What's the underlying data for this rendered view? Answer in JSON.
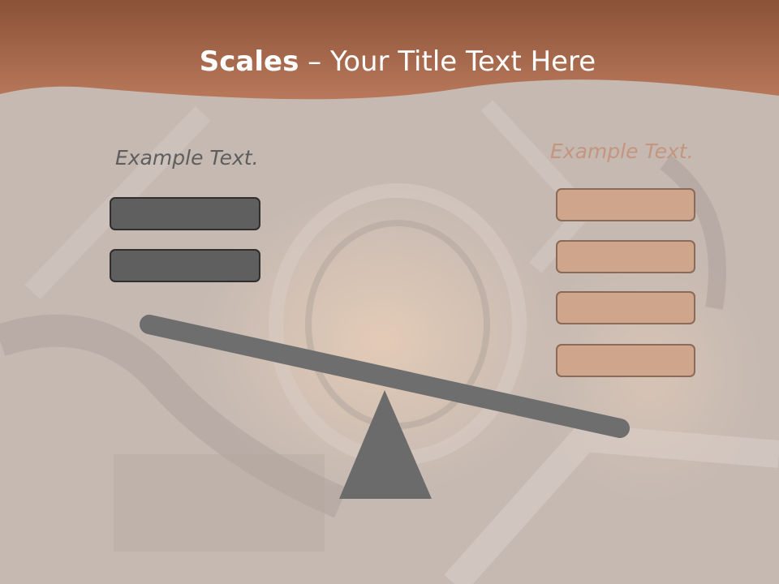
{
  "slide": {
    "title_bold": "Scales",
    "title_rest": " – Your Title Text Here",
    "left_label": "Example Text.",
    "right_label": "Example Text.",
    "left_boxes": [
      "",
      ""
    ],
    "right_boxes": [
      "",
      "",
      "",
      ""
    ]
  },
  "colors": {
    "header": "#a86a48",
    "dark_box": "#5f5f5f",
    "tan_box": "#cfa58c",
    "beam": "#6e6e6e",
    "fulcrum": "#6b6b6b"
  },
  "icons": {
    "background": "engine-photo-background",
    "fulcrum": "triangle-fulcrum-icon",
    "beam": "balance-beam"
  }
}
